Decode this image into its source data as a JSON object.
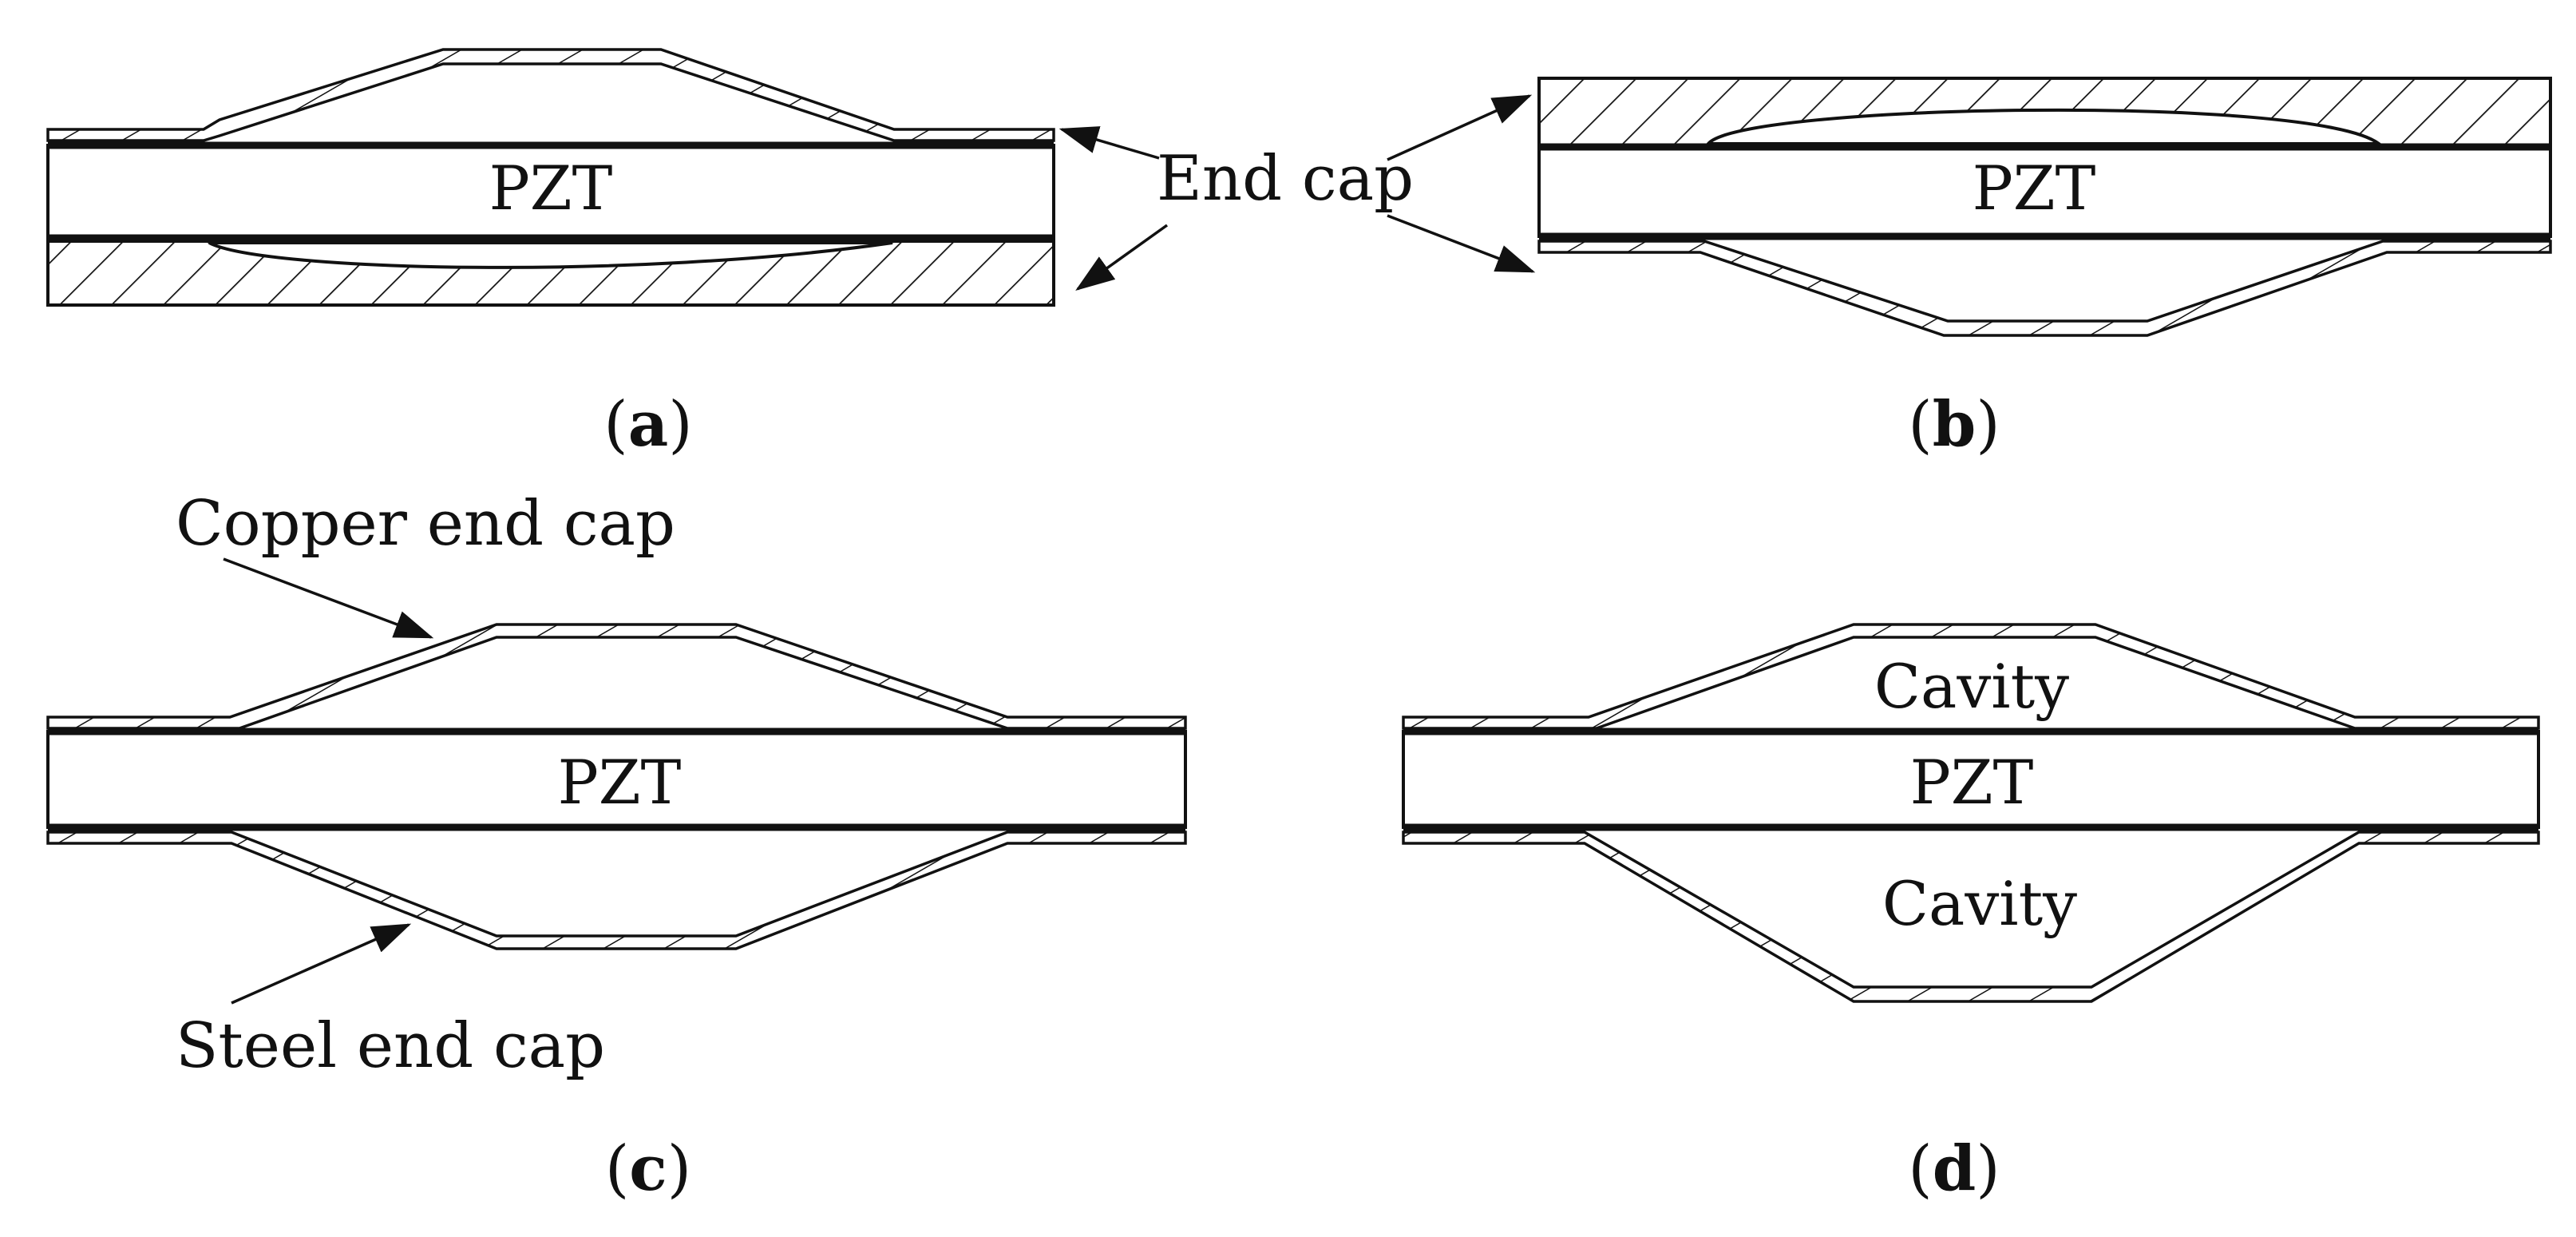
{
  "panels": {
    "a": {
      "caption_open": "(",
      "caption_letter": "a",
      "caption_close": ")",
      "core_label": "PZT"
    },
    "b": {
      "caption_open": "(",
      "caption_letter": "b",
      "caption_close": ")",
      "core_label": "PZT"
    },
    "c": {
      "caption_open": "(",
      "caption_letter": "c",
      "caption_close": ")",
      "core_label": "PZT"
    },
    "d": {
      "caption_open": "(",
      "caption_letter": "d",
      "caption_close": ")",
      "core_label": "PZT",
      "upper_cavity_label": "Cavity",
      "lower_cavity_label": "Cavity"
    }
  },
  "annotations": {
    "end_cap": "End cap",
    "copper_end_cap": "Copper end cap",
    "steel_end_cap": "Steel end cap"
  },
  "colors": {
    "ink": "#111111",
    "background": "#ffffff"
  }
}
